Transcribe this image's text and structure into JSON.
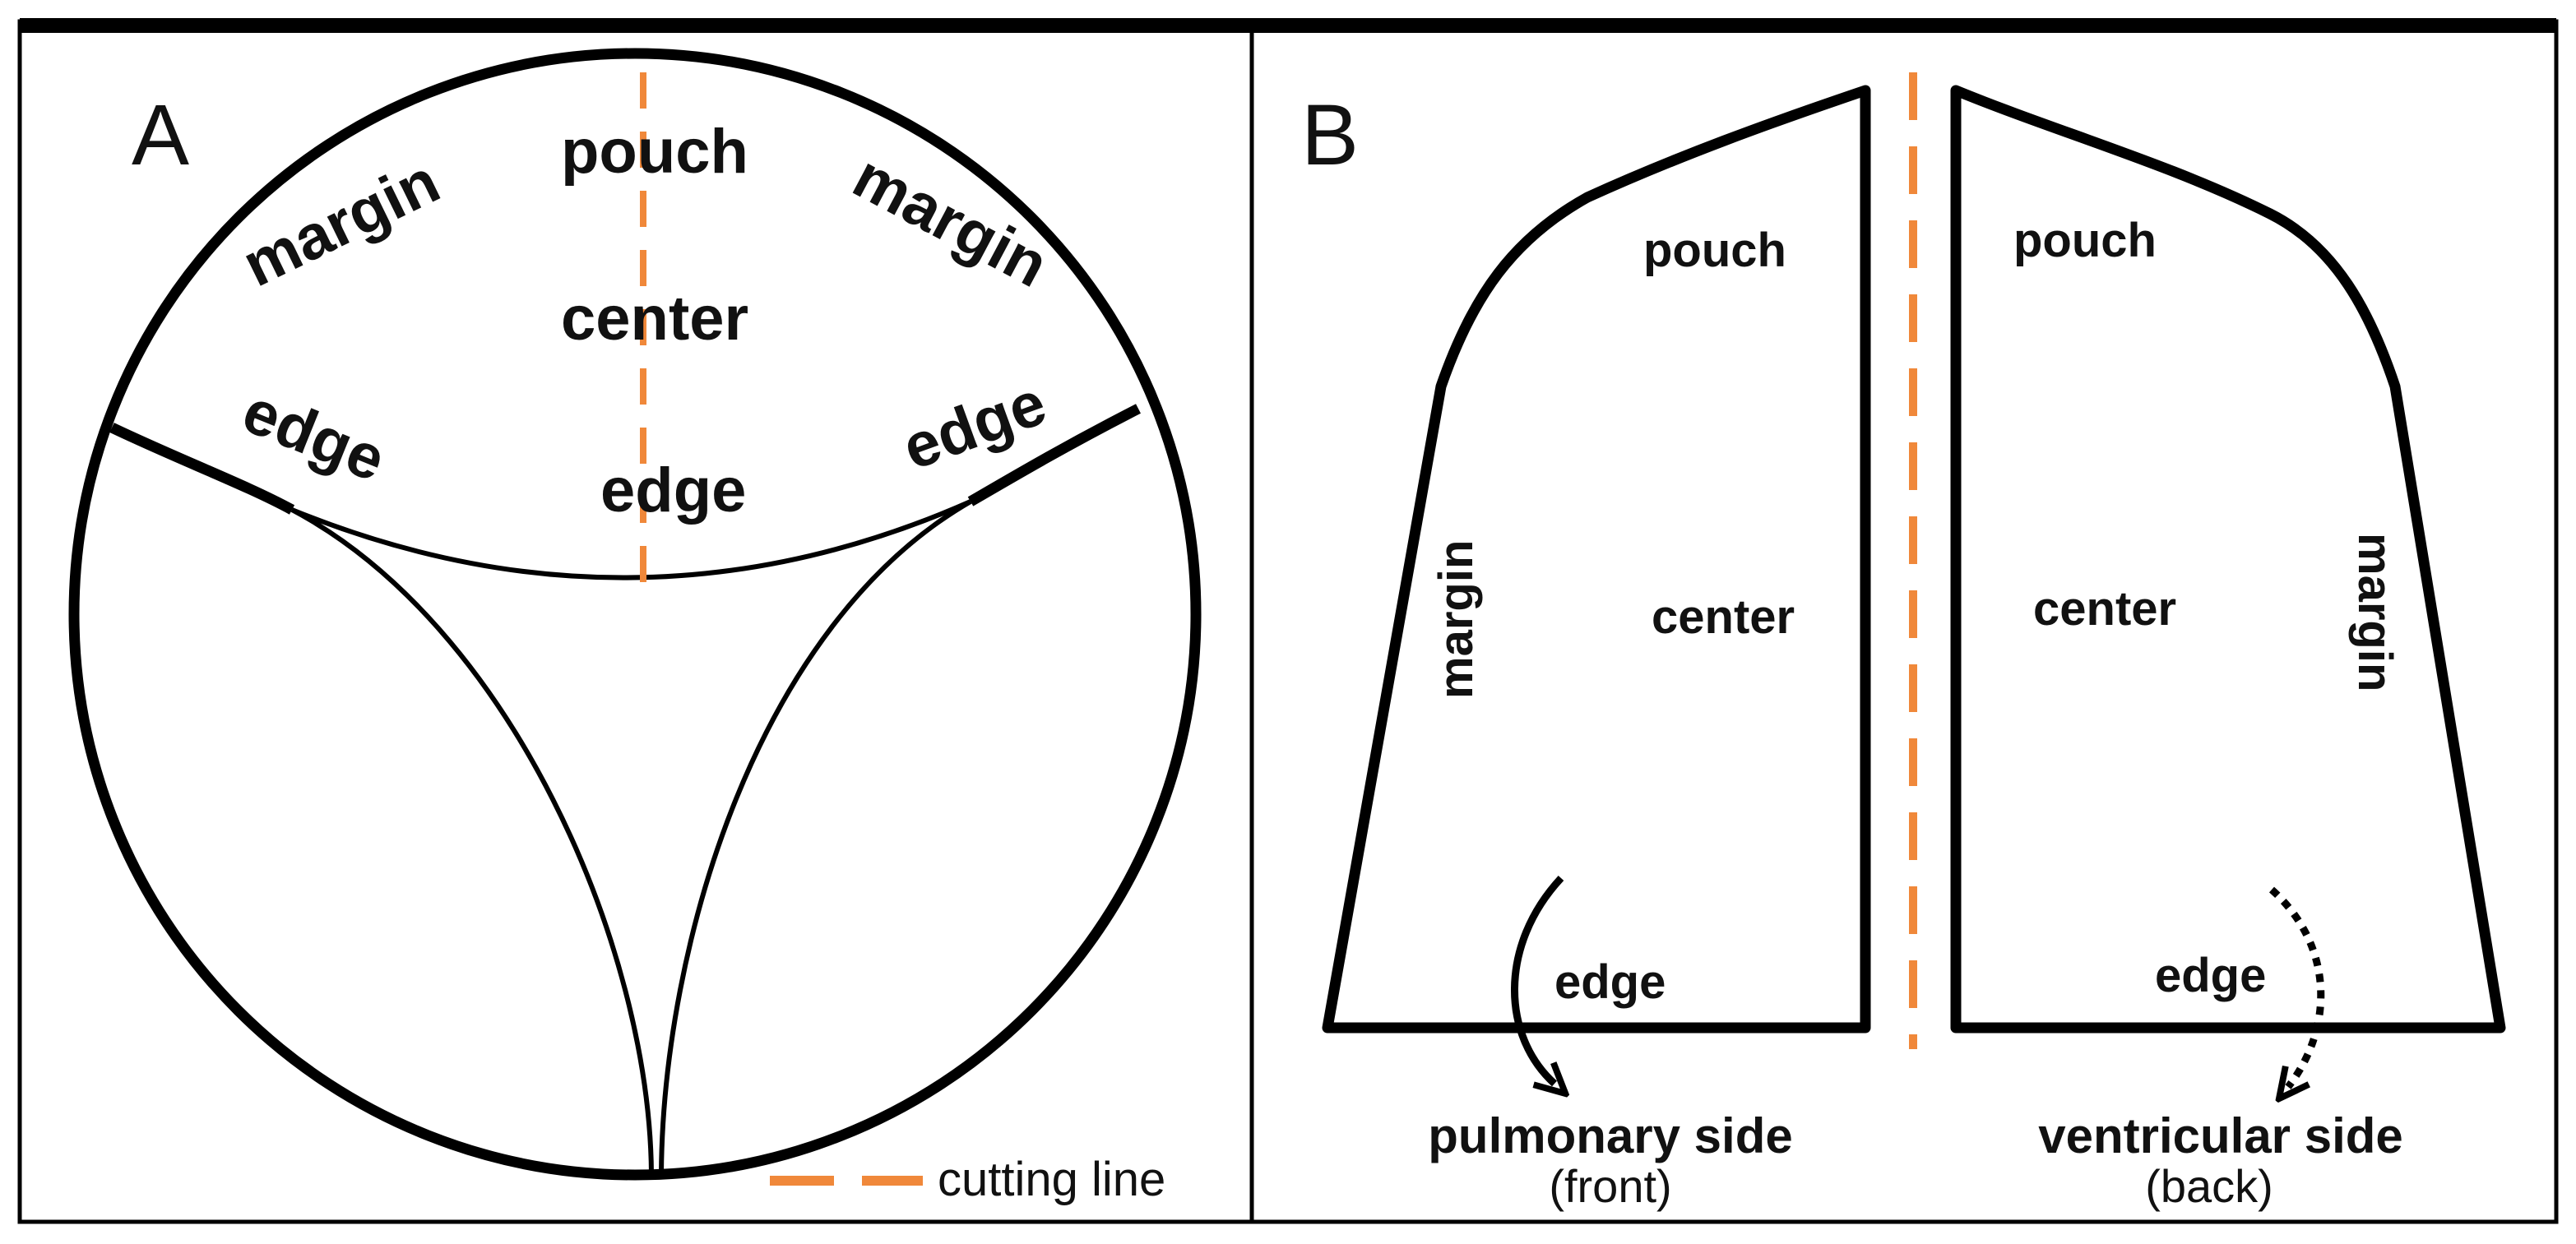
{
  "panel_a": {
    "label": "A",
    "labels": {
      "pouch": "pouch",
      "margin_left": "margin",
      "margin_right": "margin",
      "center": "center",
      "edge_left": "edge",
      "edge_center": "edge",
      "edge_right": "edge"
    },
    "legend": {
      "text": "cutting line"
    }
  },
  "panel_b": {
    "label": "B",
    "front": {
      "pouch": "pouch",
      "center": "center",
      "margin": "margin",
      "edge": "edge",
      "side_label": "pulmonary side",
      "side_sub": "(front)"
    },
    "back": {
      "pouch": "pouch",
      "center": "center",
      "margin": "margin",
      "edge": "edge",
      "side_label": "ventricular side",
      "side_sub": "(back)"
    }
  },
  "colors": {
    "line": "#000000",
    "cutting_line": "#f0883a",
    "background": "#ffffff"
  }
}
